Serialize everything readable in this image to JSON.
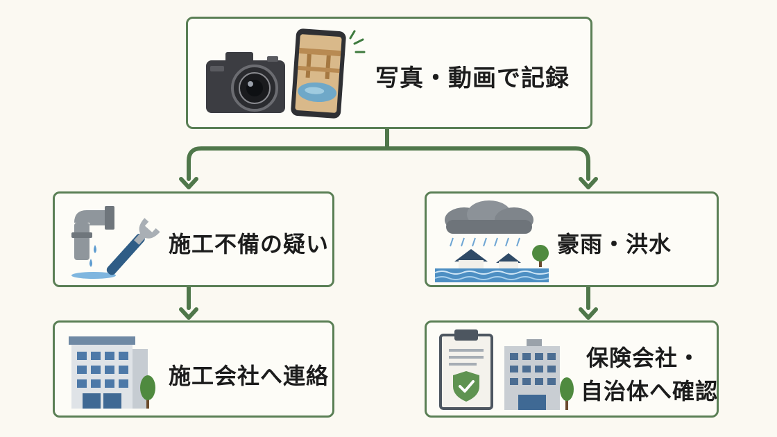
{
  "nodes": {
    "record": {
      "label": "写真・動画で記録"
    },
    "defect": {
      "label": "施工不備の疑い"
    },
    "disaster": {
      "label": "豪雨・洪水"
    },
    "contractor": {
      "label": "施工会社へ連絡"
    },
    "insurance": {
      "line1": "保険会社・",
      "line2": "自治体へ確認"
    }
  },
  "colors": {
    "border": "#5a7f55",
    "arrow": "#4f774a",
    "background": "#fbf9f2"
  },
  "icons": {
    "record": [
      "camera-icon",
      "smartphone-icon"
    ],
    "defect": [
      "pipe-leak-icon",
      "wrench-icon"
    ],
    "disaster": [
      "storm-cloud-icon",
      "flooded-houses-icon"
    ],
    "contractor": [
      "office-building-icon"
    ],
    "insurance": [
      "clipboard-shield-icon",
      "office-building-icon"
    ]
  }
}
